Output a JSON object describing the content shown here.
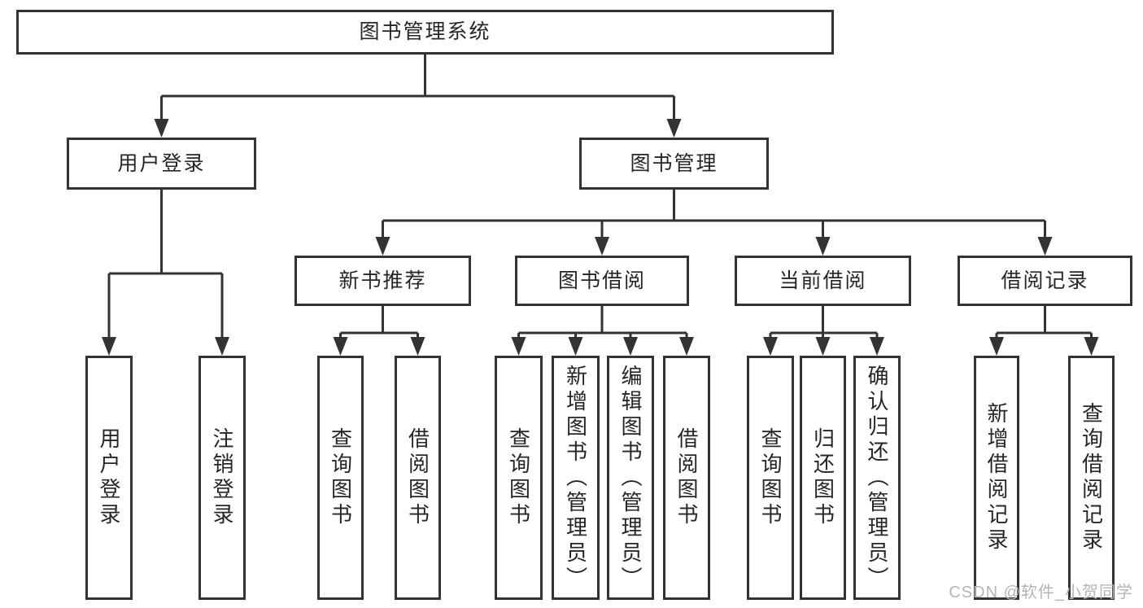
{
  "diagram": {
    "root": {
      "label": "图书管理系统"
    },
    "user_login": {
      "label": "用户登录",
      "children": {
        "login": {
          "label": "用户登录"
        },
        "logout": {
          "label": "注销登录"
        }
      }
    },
    "book_management": {
      "label": "图书管理",
      "children": {
        "new_book_recommend": {
          "label": "新书推荐",
          "children": {
            "query_books": {
              "label": "查询图书"
            },
            "borrow_books": {
              "label": "借阅图书"
            }
          }
        },
        "book_borrowing": {
          "label": "图书借阅",
          "children": {
            "query_books": {
              "label": "查询图书"
            },
            "add_book_admin": {
              "label": "新增图书（管理员）"
            },
            "edit_book_admin": {
              "label": "编辑图书（管理员）"
            },
            "borrow_books": {
              "label": "借阅图书"
            }
          }
        },
        "current_borrowing": {
          "label": "当前借阅",
          "children": {
            "query_books": {
              "label": "查询图书"
            },
            "return_books": {
              "label": "归还图书"
            },
            "confirm_return_admin": {
              "label": "确认归还（管理员）"
            }
          }
        },
        "borrowing_records": {
          "label": "借阅记录",
          "children": {
            "add_record": {
              "label": "新增借阅记录"
            },
            "query_record": {
              "label": "查询借阅记录"
            }
          }
        }
      }
    }
  },
  "watermark": {
    "text": "CSDN @软件_小贺同学"
  },
  "colors": {
    "line": "#333333",
    "text": "#262626",
    "watermark": "#b5b5b5",
    "background": "#ffffff"
  }
}
